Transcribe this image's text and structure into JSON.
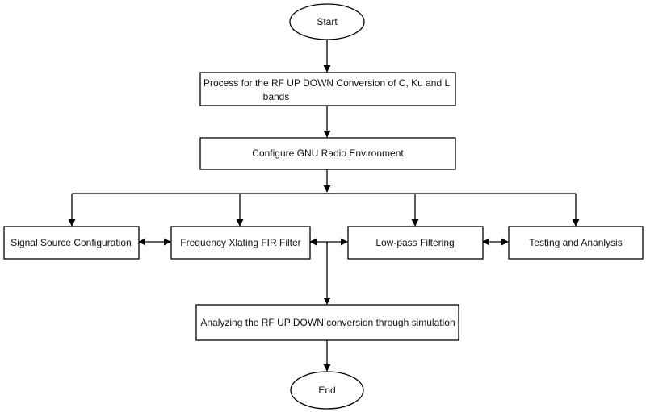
{
  "flowchart": {
    "start": "Start",
    "process_rf": [
      "Process for the RF UP DOWN Conversion of C, Ku and L",
      "bands"
    ],
    "configure_gnu": "Configure GNU Radio Environment",
    "signal_source": "Signal Source Configuration",
    "freq_xlating": "Frequency Xlating FIR Filter",
    "lowpass": "Low-pass Filtering",
    "testing": "Testing and Ananlysis",
    "analyzing": "Analyzing the RF UP DOWN conversion through simulation",
    "end": "End"
  }
}
